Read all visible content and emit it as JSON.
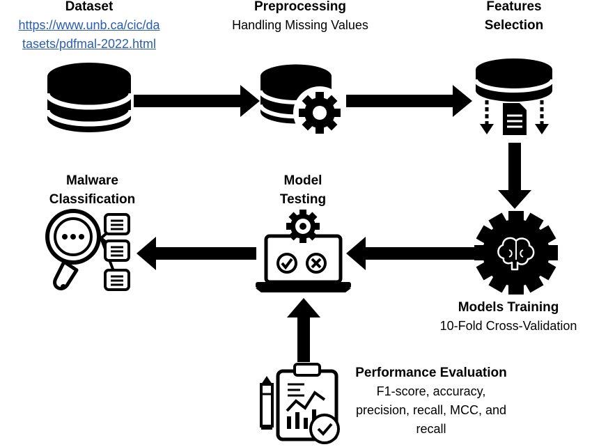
{
  "steps": {
    "dataset": {
      "title": "Dataset",
      "link_line1": "https://www.unb.ca/cic/da",
      "link_line2": "tasets/pdfmal-2022.html"
    },
    "preprocessing": {
      "title": "Preprocessing",
      "subtitle": "Handling Missing Values"
    },
    "features": {
      "title_line1": "Features",
      "title_line2": "Selection"
    },
    "training": {
      "title": "Models Training",
      "subtitle": "10-Fold Cross-Validation"
    },
    "testing": {
      "title_line1": "Model",
      "title_line2": "Testing"
    },
    "classification": {
      "title_line1": "Malware",
      "title_line2": "Classification"
    },
    "evaluation": {
      "title": "Performance Evaluation",
      "line1": "F1-score, accuracy,",
      "line2": "precision, recall, MCC, and",
      "line3": "recall"
    }
  },
  "icons": {
    "dataset": "database-icon",
    "preprocessing": "database-gear-icon",
    "features": "database-filter-icon",
    "training": "gear-brain-icon",
    "testing": "laptop-check-cross-icon",
    "classification": "magnifier-list-icon",
    "evaluation": "clipboard-chart-icon"
  },
  "colors": {
    "ink": "#000000",
    "link": "#2a5db0",
    "background": "#ffffff"
  }
}
